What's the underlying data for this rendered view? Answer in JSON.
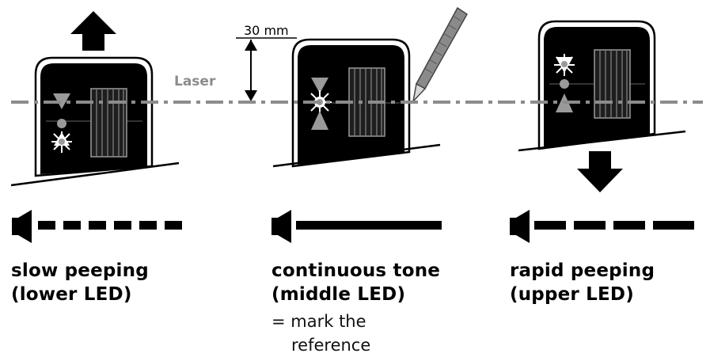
{
  "laser_label": "Laser",
  "dimension_label": "30 mm",
  "panels": [
    {
      "id": "lower",
      "line1": "slow peeping",
      "line2": "(lower LED)"
    },
    {
      "id": "middle",
      "line1": "continuous tone",
      "line2": "(middle LED)",
      "note1": "= mark the",
      "note2": "reference"
    },
    {
      "id": "upper",
      "line1": "rapid peeping",
      "line2": "(upper LED)"
    }
  ],
  "colors": {
    "laser": "#8c8c8c",
    "device": "#000000",
    "led_inactive": "#9a9a9a",
    "led_active": "#ffffff"
  },
  "icons": [
    "speaker-icon",
    "arrow-up-icon",
    "arrow-down-icon",
    "pencil-icon"
  ]
}
